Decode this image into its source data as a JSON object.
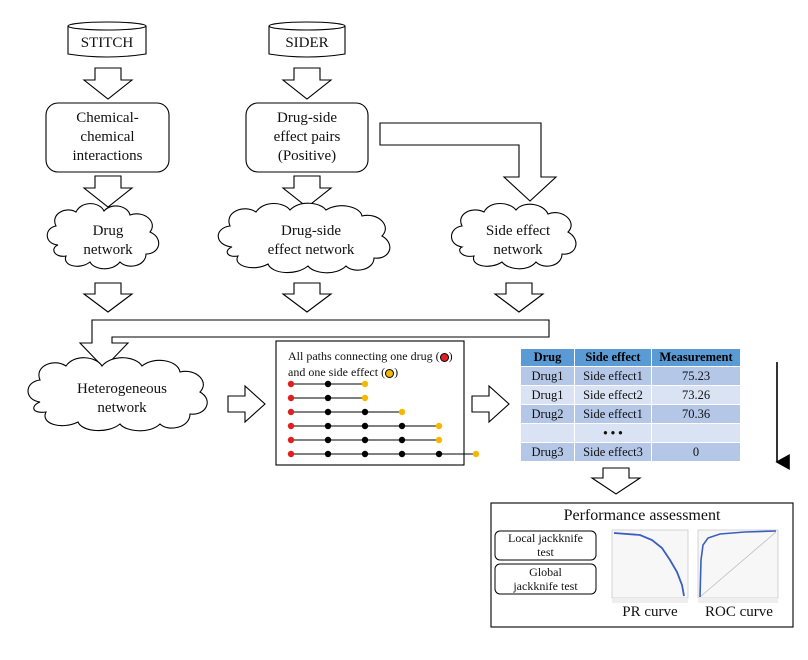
{
  "sources": {
    "stitch": "STITCH",
    "sider": "SIDER"
  },
  "boxes": {
    "chemical_line1": "Chemical-",
    "chemical_line2": "chemical",
    "chemical_line3": "interactions",
    "pairs_line1": "Drug-side",
    "pairs_line2": "effect pairs",
    "pairs_line3": "(Positive)"
  },
  "clouds": {
    "drug_line1": "Drug",
    "drug_line2": "network",
    "dse_line1": "Drug-side",
    "dse_line2": "effect network",
    "se_line1": "Side effect",
    "se_line2": "network",
    "het_line1": "Heterogeneous",
    "het_line2": "network"
  },
  "paths_panel": {
    "line1": "All paths connecting one drug (",
    "line1_end": ")",
    "line2": "and one side effect (",
    "line2_end": ")",
    "drug_color": "#e02020",
    "side_effect_color": "#f5b800",
    "mid_color": "#000000"
  },
  "table": {
    "headers": [
      "Drug",
      "Side effect",
      "Measurement"
    ],
    "rows": [
      [
        "Drug1",
        "Side effect1",
        "75.23"
      ],
      [
        "Drug1",
        "Side effect2",
        "73.26"
      ],
      [
        "Drug2",
        "Side effect1",
        "70.36"
      ],
      [
        "",
        "• • •",
        ""
      ],
      [
        "Drug3",
        "Side effect3",
        "0"
      ]
    ]
  },
  "performance": {
    "title": "Performance assessment",
    "local_line1": "Local jackknife",
    "local_line2": "test",
    "global_line1": "Global",
    "global_line2": "jackknife test",
    "pr_label": "PR curve",
    "roc_label": "ROC curve"
  },
  "colors": {
    "header_blue": "#5b9bd5",
    "row_dark": "#b4c7e7",
    "row_light": "#dae3f3",
    "curve_blue": "#3b5fc0"
  }
}
